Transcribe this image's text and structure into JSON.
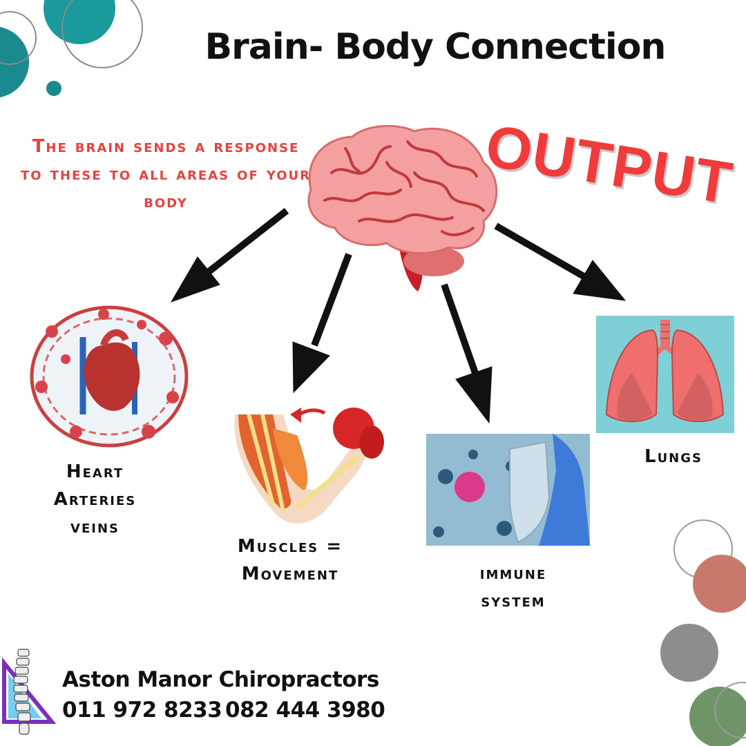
{
  "title": "Brain- Body Connection",
  "output_label": "OUTPUT",
  "note": "The brain sends a response to these to all areas of your body",
  "targets": [
    {
      "lines": [
        "Heart",
        "Arteries",
        "veins"
      ]
    },
    {
      "lines": [
        "Muscles =",
        "Movement"
      ]
    },
    {
      "lines": [
        "immune",
        "system"
      ]
    },
    {
      "lines": [
        "Lungs"
      ]
    }
  ],
  "footer": {
    "company": "Aston Manor Chiropractors",
    "phone_1": "011 972 8233",
    "phone_2": "082 444 3980"
  },
  "colors": {
    "accent_red": "#e8413c",
    "teal": "#1a8f8f",
    "brain_pink": "#f4a0a0",
    "lungs_bg": "#7fd0d6"
  }
}
